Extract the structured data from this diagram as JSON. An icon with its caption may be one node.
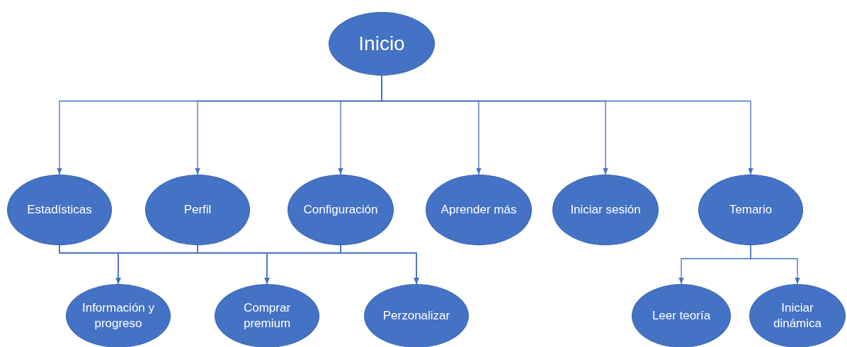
{
  "diagram": {
    "nodes": [
      {
        "text": [
          "Inicio"
        ]
      },
      {
        "text": [
          "Estadísticas"
        ]
      },
      {
        "text": [
          "Perfil"
        ]
      },
      {
        "text": [
          "Configuración"
        ]
      },
      {
        "text": [
          "Aprender más"
        ]
      },
      {
        "text": [
          "Iniciar sesión"
        ]
      },
      {
        "text": [
          "Temario"
        ]
      },
      {
        "text": [
          "Información y progreso"
        ]
      },
      {
        "text": [
          "Comprar premium"
        ]
      },
      {
        "text": [
          "Perzonalizar"
        ]
      },
      {
        "text": [
          "Leer teoría"
        ]
      },
      {
        "text": [
          "Iniciar dinámica"
        ]
      }
    ],
    "edges": [
      {
        "from": 0,
        "to": 1,
        "arrow": "to"
      },
      {
        "from": 0,
        "to": 2,
        "arrow": "to"
      },
      {
        "from": 0,
        "to": 3,
        "arrow": "to"
      },
      {
        "from": 0,
        "to": 4,
        "arrow": "to"
      },
      {
        "from": 0,
        "to": 5,
        "arrow": "to"
      },
      {
        "from": 0,
        "to": 6,
        "arrow": "to"
      },
      {
        "from": 1,
        "to": 7,
        "arrow": "to"
      },
      {
        "from": 1,
        "to": 8,
        "arrow": "to"
      },
      {
        "from": 1,
        "to": 9,
        "arrow": "to"
      },
      {
        "from": 2,
        "to": 7,
        "arrow": "to"
      },
      {
        "from": 2,
        "to": 8,
        "arrow": "to"
      },
      {
        "from": 2,
        "to": 9,
        "arrow": "to"
      },
      {
        "from": 3,
        "to": 7,
        "arrow": "to"
      },
      {
        "from": 3,
        "to": 8,
        "arrow": "to"
      },
      {
        "from": 3,
        "to": 9,
        "arrow": "to"
      },
      {
        "from": 6,
        "to": 10,
        "arrow": "to"
      },
      {
        "from": 6,
        "to": 11,
        "arrow": "to"
      }
    ]
  }
}
